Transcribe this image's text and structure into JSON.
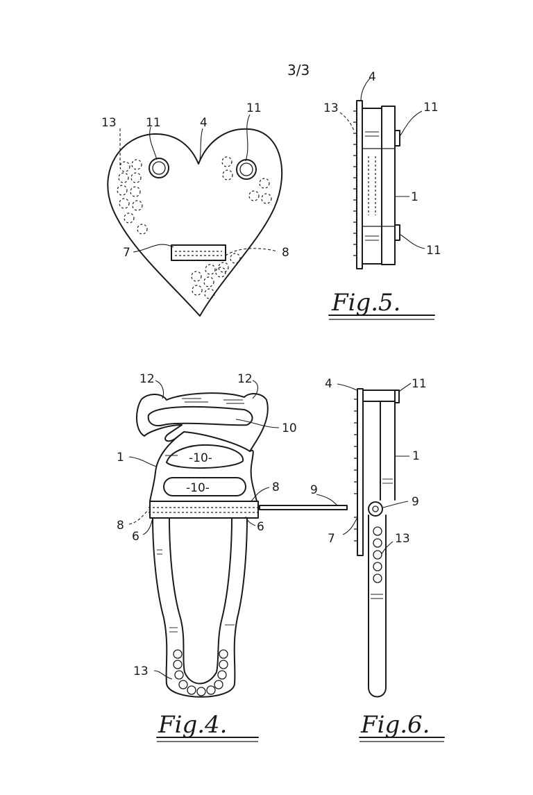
{
  "sheet": {
    "number": "3/3"
  },
  "figures": {
    "fig5": {
      "caption": "Fig.5."
    },
    "fig4": {
      "caption": "Fig.4."
    },
    "fig6": {
      "caption": "Fig.6."
    }
  },
  "reference_numerals": {
    "heart": {
      "r13": "13",
      "r11a": "11",
      "r4": "4",
      "r11b": "11",
      "r7": "7",
      "r8": "8"
    },
    "fig5": {
      "r4": "4",
      "r13": "13",
      "r11a": "11",
      "r1": "1",
      "r11b": "11"
    },
    "fig4": {
      "r12a": "12",
      "r12b": "12",
      "r10a": "10",
      "r1": "1",
      "r10b": "-10-",
      "r10c": "-10-",
      "r8a": "8",
      "r8b": "8",
      "r6a": "6",
      "r6b": "6",
      "r13": "13",
      "r9": "9"
    },
    "fig6": {
      "r4": "4",
      "r11": "11",
      "r1": "1",
      "r9": "9",
      "r7": "7",
      "r13": "13"
    }
  },
  "colors": {
    "ink": "#1a1a1a",
    "paper": "#ffffff"
  }
}
